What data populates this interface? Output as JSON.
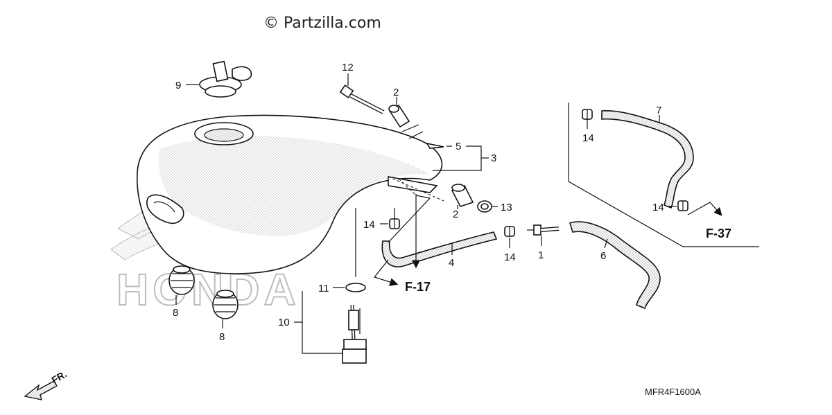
{
  "watermark": "© Partzilla.com",
  "diagram_code": "MFR4F1600A",
  "front_label": "FR.",
  "brand_ghost_text": "HONDA",
  "references": {
    "f17": "F-17",
    "f37": "F-37"
  },
  "callouts": {
    "c1": "1",
    "c2a": "2",
    "c2b": "2",
    "c3": "3",
    "c4": "4",
    "c5": "5",
    "c6": "6",
    "c7": "7",
    "c8a": "8",
    "c8b": "8",
    "c9": "9",
    "c10": "10",
    "c11": "11",
    "c12": "12",
    "c13": "13",
    "c14a": "14",
    "c14b": "14",
    "c14c": "14",
    "c14d": "14"
  },
  "colors": {
    "ink": "#111111",
    "ghost": "#bdbdbd"
  }
}
